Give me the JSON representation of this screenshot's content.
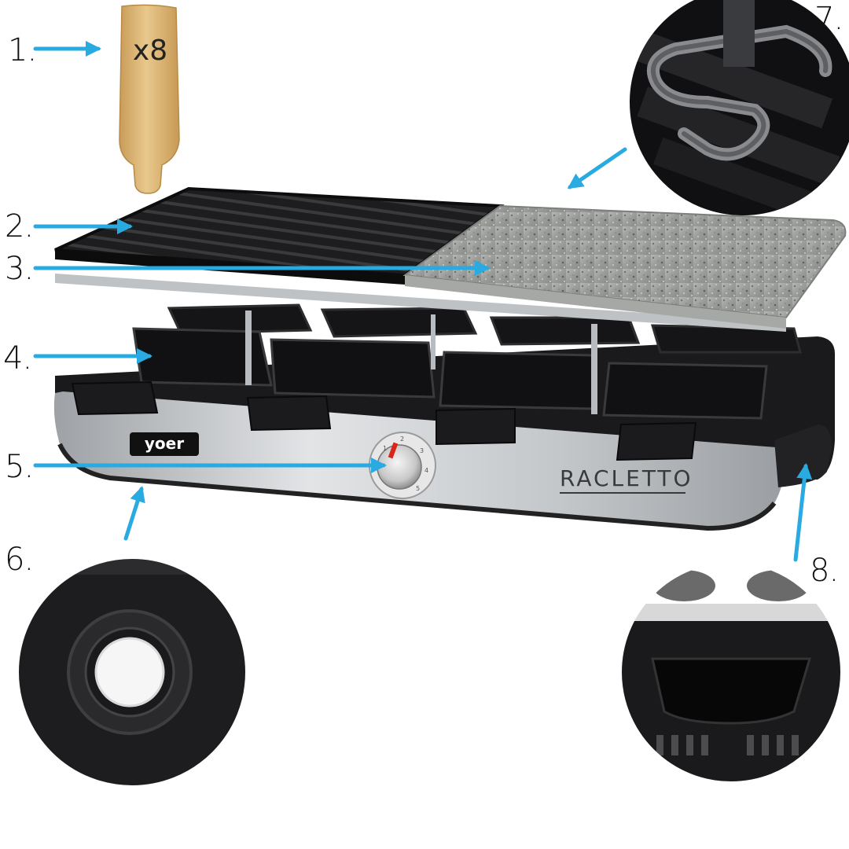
{
  "callouts": [
    {
      "id": "1",
      "label": "1."
    },
    {
      "id": "2",
      "label": "2."
    },
    {
      "id": "3",
      "label": "3."
    },
    {
      "id": "4",
      "label": "4."
    },
    {
      "id": "5",
      "label": "5."
    },
    {
      "id": "6",
      "label": "6."
    },
    {
      "id": "7",
      "label": "7."
    },
    {
      "id": "8",
      "label": "8."
    }
  ],
  "spatula": {
    "quantity_label": "x8"
  },
  "appliance": {
    "brand_logo": "yoer",
    "model_wordmark": "RACLETTO",
    "dial": {
      "ticks": [
        "1",
        "2",
        "3",
        "4",
        "5"
      ]
    }
  },
  "colors": {
    "arrow": "#29abe2",
    "grill_plate": "#1b1b1d",
    "stone": "#9ea09d",
    "steel": "#c9cbcd",
    "wood": "#dcb778"
  }
}
